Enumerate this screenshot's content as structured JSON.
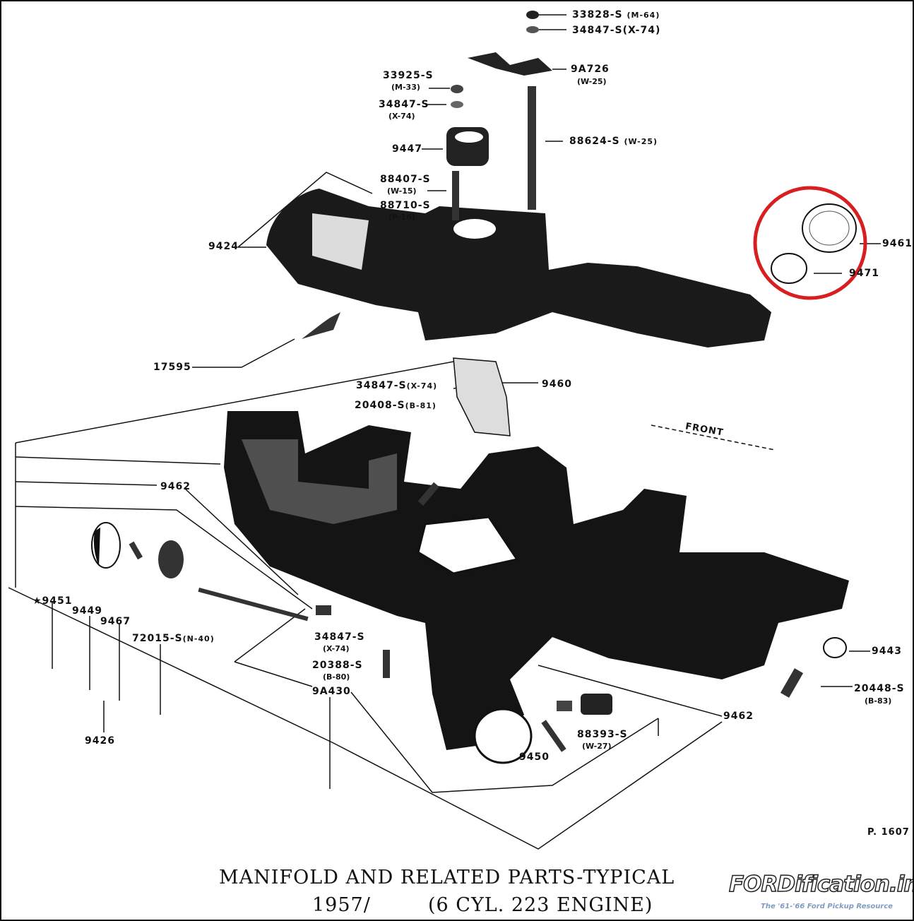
{
  "diagram": {
    "title_line1": "MANIFOLD AND RELATED PARTS-TYPICAL",
    "title_line2_year": "1957/",
    "title_line2": "(6 CYL. 223 ENGINE)",
    "plate_number": "P. 1607",
    "direction_label": "FRONT",
    "highlight_color": "#d81e1e",
    "parts": {
      "p33828": {
        "num": "33828-S",
        "code": "(M-64)"
      },
      "p34847a": {
        "num": "34847-S",
        "code": "(X-74)"
      },
      "p9A726": {
        "num": "9A726",
        "code": "(W-25)"
      },
      "p33925": {
        "num": "33925-S",
        "code": "(M-33)"
      },
      "p34847b": {
        "num": "34847-S",
        "code": "(X-74)"
      },
      "p9447": {
        "num": "9447"
      },
      "p88624": {
        "num": "88624-S",
        "code": "(W-25)"
      },
      "p88407": {
        "num": "88407-S",
        "code": "(W-15)"
      },
      "p88710": {
        "num": "88710-S",
        "code": "(P-16)"
      },
      "p9424": {
        "num": "9424"
      },
      "p9461": {
        "num": "9461"
      },
      "p9471": {
        "num": "9471"
      },
      "p17595": {
        "num": "17595"
      },
      "p34847c": {
        "num": "34847-S",
        "code": "(X-74)"
      },
      "p9460": {
        "num": "9460"
      },
      "p20408": {
        "num": "20408-S",
        "code": "(B-81)"
      },
      "p9462a": {
        "num": "9462"
      },
      "p9451": {
        "num": "★9451"
      },
      "p9449": {
        "num": "9449"
      },
      "p9467": {
        "num": "9467"
      },
      "p72015": {
        "num": "72015-S",
        "code": "(N-40)"
      },
      "p34847d": {
        "num": "34847-S",
        "code": "(X-74)"
      },
      "p20388": {
        "num": "20388-S",
        "code": "(B-80)"
      },
      "p9A430": {
        "num": "9A430"
      },
      "p9426": {
        "num": "9426"
      },
      "p9443": {
        "num": "9443"
      },
      "p20448": {
        "num": "20448-S",
        "code": "(B-83)"
      },
      "p9462b": {
        "num": "9462"
      },
      "p88393": {
        "num": "88393-S",
        "code": "(W-27)"
      },
      "p9450": {
        "num": "9450"
      }
    }
  },
  "watermark": {
    "brand": "FORDification.info",
    "tagline": "The '61-'66 Ford Pickup Resource"
  }
}
